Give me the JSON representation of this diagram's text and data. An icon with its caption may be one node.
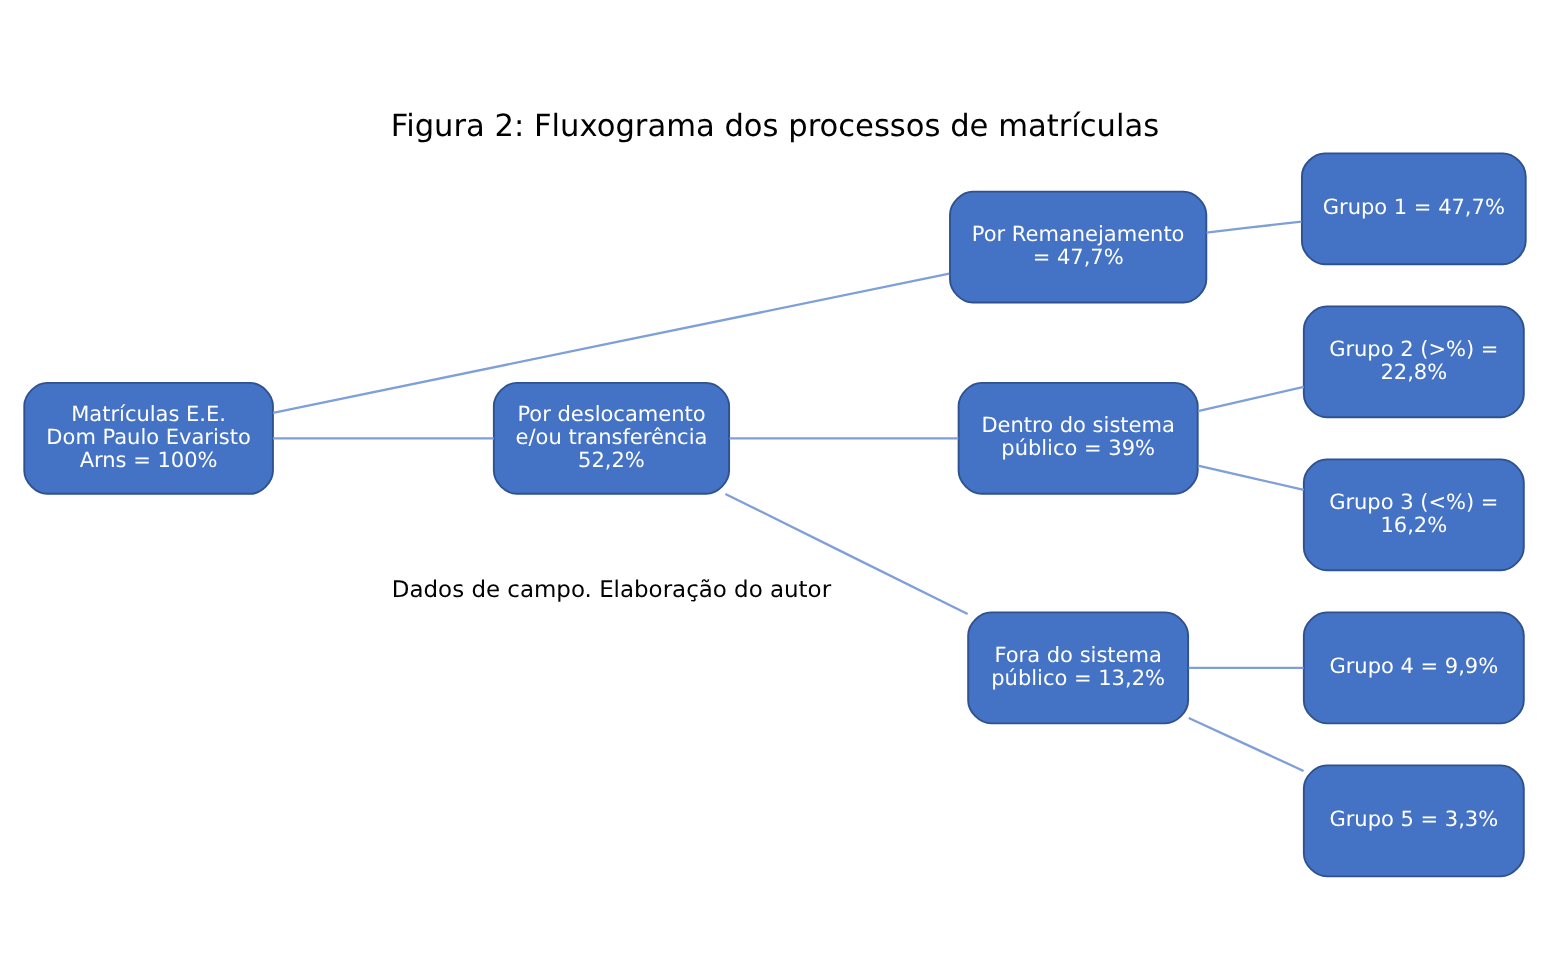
{
  "diagram": {
    "title": "Figura 2: Fluxograma dos processos de matrículas",
    "caption": "Dados de campo. Elaboração do autor",
    "nodes": [
      {
        "text": [
          "Matrículas E.E. Dom Paulo Evaristo Arns = 100%"
        ]
      },
      {
        "text": [
          "Por Remanejamento = 47,7%"
        ]
      },
      {
        "text": [
          "Por deslocamento e/ou transferência 52,2%"
        ]
      },
      {
        "text": [
          "Dentro do sistema público = 39%"
        ]
      },
      {
        "text": [
          "Fora do sistema público = 13,2%"
        ]
      },
      {
        "text": [
          "Grupo 1 = 47,7%"
        ]
      },
      {
        "text": [
          "Grupo 2 (>%) = 22,8%"
        ]
      },
      {
        "text": [
          "Grupo 3 (<%) = 16,2%"
        ]
      },
      {
        "text": [
          "Grupo 4 = 9,9%"
        ]
      },
      {
        "text": [
          "Grupo 5 = 3,3%"
        ]
      }
    ],
    "edges": [
      {
        "from": 0,
        "to": 1,
        "arrow": "none"
      },
      {
        "from": 0,
        "to": 2,
        "arrow": "none"
      },
      {
        "from": 1,
        "to": 5,
        "arrow": "none"
      },
      {
        "from": 2,
        "to": 3,
        "arrow": "none"
      },
      {
        "from": 2,
        "to": 4,
        "arrow": "none"
      },
      {
        "from": 3,
        "to": 6,
        "arrow": "none"
      },
      {
        "from": 3,
        "to": 7,
        "arrow": "none"
      },
      {
        "from": 4,
        "to": 8,
        "arrow": "none"
      },
      {
        "from": 4,
        "to": 9,
        "arrow": "none"
      }
    ]
  }
}
